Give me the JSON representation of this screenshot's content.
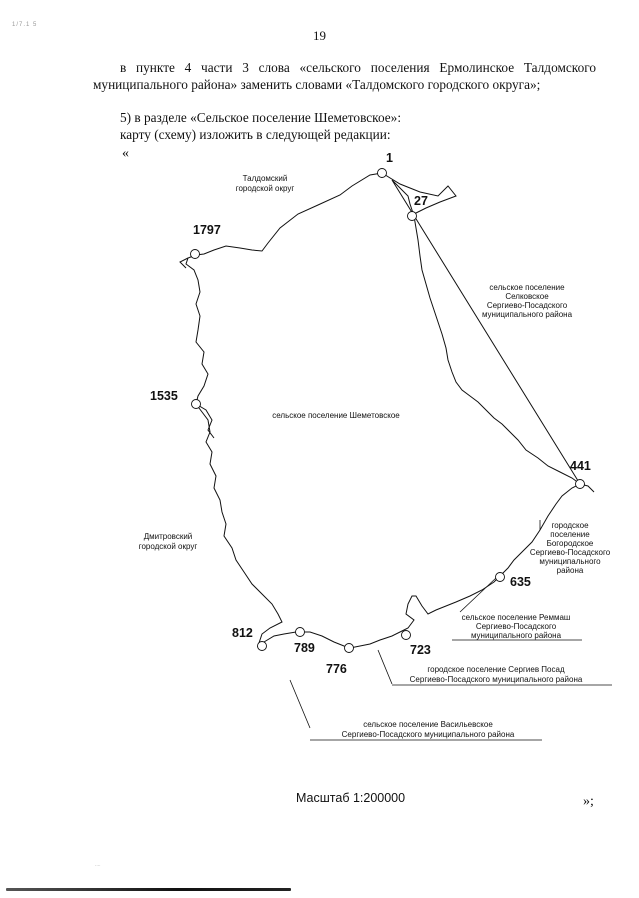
{
  "page_number": "19",
  "corner_mark": "1/7.1 5",
  "footer_mark": "....",
  "paragraphs": {
    "p1": "в пункте 4 части 3 слова «сельского поселения Ермолинское Талдомского муниципального района» заменить словами «Талдомского городского округа»;",
    "p2": "5) в разделе «Сельское поселение Шеметовское»:",
    "p3": "карту (схему) изложить в следующей редакции:"
  },
  "open_quote": "«",
  "close_quote": "»;",
  "map": {
    "points": [
      {
        "id": "1",
        "label": "1"
      },
      {
        "id": "27",
        "label": "27"
      },
      {
        "id": "1797",
        "label": "1797"
      },
      {
        "id": "1535",
        "label": "1535"
      },
      {
        "id": "441",
        "label": "441"
      },
      {
        "id": "635",
        "label": "635"
      },
      {
        "id": "723",
        "label": "723"
      },
      {
        "id": "776",
        "label": "776"
      },
      {
        "id": "789",
        "label": "789"
      },
      {
        "id": "812",
        "label": "812"
      }
    ],
    "labels": {
      "taldom": [
        "Талдомский",
        "городской округ"
      ],
      "selkovskoe": [
        "сельское поселение",
        "Селковское",
        "Сергиево-Посадского",
        "муниципального района"
      ],
      "center": [
        "сельское поселение Шеметовское"
      ],
      "dmitrov": [
        "Дмитровский",
        "городской округ"
      ],
      "bogorodskoe": [
        "городское",
        "поселение",
        "Богородское",
        "Сергиево-Посадского",
        "муниципального",
        "района"
      ],
      "remmash": [
        "сельское поселение Реммаш",
        "Сергиево-Посадского",
        "муниципального района"
      ],
      "sergiev_posad": [
        "городское поселение Сергиев Посад",
        "Сергиево-Посадского муниципального района"
      ],
      "vasilevskoe": [
        "сельское поселение Васильевское",
        "Сергиево-Посадского муниципального района"
      ]
    }
  },
  "scale": "Масштаб 1:200000"
}
